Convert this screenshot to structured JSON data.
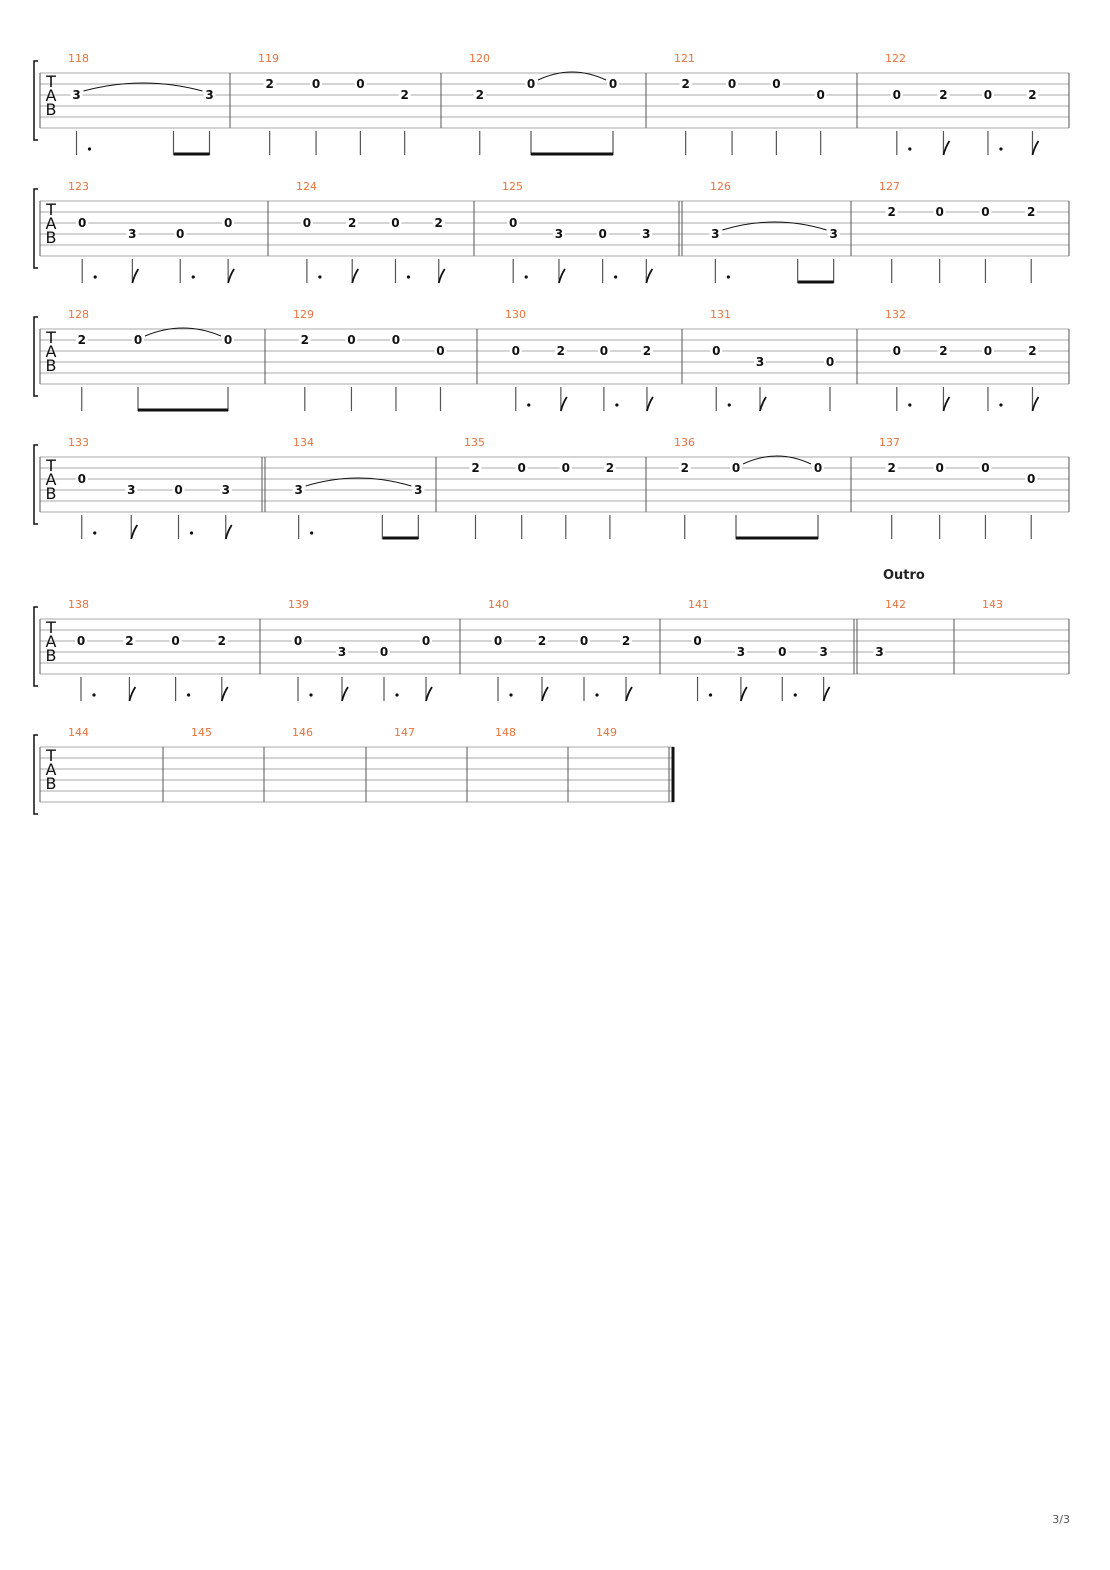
{
  "page": {
    "number_label": "3/3"
  },
  "colors": {
    "measure_number": "#e8733a",
    "ink": "#111111",
    "staff_line": "#aaaaaa",
    "barline": "#555555"
  },
  "staff": {
    "clef_letters": [
      "T",
      "A",
      "B"
    ]
  },
  "systems": [
    {
      "measures": [
        {
          "number": "118",
          "notes": [
            {
              "fret": "3",
              "string": 3,
              "dur": "dq",
              "tie": true
            },
            {
              "fret": "3",
              "string": 3,
              "dur": "e",
              "beam": "end"
            }
          ]
        },
        {
          "number": "119",
          "notes": [
            {
              "fret": "2",
              "string": 2,
              "dur": "q"
            },
            {
              "fret": "0",
              "string": 2,
              "dur": "q"
            },
            {
              "fret": "0",
              "string": 2,
              "dur": "q"
            },
            {
              "fret": "2",
              "string": 3,
              "dur": "q"
            }
          ]
        },
        {
          "number": "120",
          "notes": [
            {
              "fret": "2",
              "string": 3,
              "dur": "q"
            },
            {
              "fret": "0",
              "string": 2,
              "dur": "e",
              "tie": true,
              "beam": "start"
            },
            {
              "fret": "0",
              "string": 2,
              "dur": "e",
              "beam": "end"
            }
          ]
        },
        {
          "number": "121",
          "notes": [
            {
              "fret": "2",
              "string": 2,
              "dur": "q"
            },
            {
              "fret": "0",
              "string": 2,
              "dur": "q"
            },
            {
              "fret": "0",
              "string": 2,
              "dur": "q"
            },
            {
              "fret": "0",
              "string": 3,
              "dur": "q"
            }
          ]
        },
        {
          "number": "122",
          "notes": [
            {
              "fret": "0",
              "string": 3,
              "dur": "dq"
            },
            {
              "fret": "2",
              "string": 3,
              "dur": "e"
            },
            {
              "fret": "0",
              "string": 3,
              "dur": "dq"
            },
            {
              "fret": "2",
              "string": 3,
              "dur": "e"
            }
          ]
        }
      ]
    },
    {
      "measures": [
        {
          "number": "123",
          "notes": [
            {
              "fret": "0",
              "string": 3,
              "dur": "dq"
            },
            {
              "fret": "3",
              "string": 4,
              "dur": "e"
            },
            {
              "fret": "0",
              "string": 4,
              "dur": "dq"
            },
            {
              "fret": "0",
              "string": 3,
              "dur": "e"
            }
          ]
        },
        {
          "number": "124",
          "notes": [
            {
              "fret": "0",
              "string": 3,
              "dur": "dq"
            },
            {
              "fret": "2",
              "string": 3,
              "dur": "e"
            },
            {
              "fret": "0",
              "string": 3,
              "dur": "dq"
            },
            {
              "fret": "2",
              "string": 3,
              "dur": "e"
            }
          ]
        },
        {
          "number": "125",
          "end_bar": "double",
          "notes": [
            {
              "fret": "0",
              "string": 3,
              "dur": "dq"
            },
            {
              "fret": "3",
              "string": 4,
              "dur": "e"
            },
            {
              "fret": "0",
              "string": 4,
              "dur": "dq"
            },
            {
              "fret": "3",
              "string": 4,
              "dur": "e"
            }
          ]
        },
        {
          "number": "126",
          "notes": [
            {
              "fret": "3",
              "string": 4,
              "dur": "dq",
              "tie": true
            },
            {
              "fret": "3",
              "string": 4,
              "dur": "e",
              "beam": "end"
            }
          ]
        },
        {
          "number": "127",
          "notes": [
            {
              "fret": "2",
              "string": 2,
              "dur": "q"
            },
            {
              "fret": "0",
              "string": 2,
              "dur": "q"
            },
            {
              "fret": "0",
              "string": 2,
              "dur": "q"
            },
            {
              "fret": "2",
              "string": 2,
              "dur": "q"
            }
          ]
        }
      ]
    },
    {
      "measures": [
        {
          "number": "128",
          "notes": [
            {
              "fret": "2",
              "string": 2,
              "dur": "q"
            },
            {
              "fret": "0",
              "string": 2,
              "dur": "e",
              "tie": true,
              "beam": "start"
            },
            {
              "fret": "0",
              "string": 2,
              "dur": "e",
              "beam": "end"
            }
          ]
        },
        {
          "number": "129",
          "notes": [
            {
              "fret": "2",
              "string": 2,
              "dur": "q"
            },
            {
              "fret": "0",
              "string": 2,
              "dur": "q"
            },
            {
              "fret": "0",
              "string": 2,
              "dur": "q"
            },
            {
              "fret": "0",
              "string": 3,
              "dur": "q"
            }
          ]
        },
        {
          "number": "130",
          "notes": [
            {
              "fret": "0",
              "string": 3,
              "dur": "dq"
            },
            {
              "fret": "2",
              "string": 3,
              "dur": "e"
            },
            {
              "fret": "0",
              "string": 3,
              "dur": "dq"
            },
            {
              "fret": "2",
              "string": 3,
              "dur": "e"
            }
          ]
        },
        {
          "number": "131",
          "notes": [
            {
              "fret": "0",
              "string": 3,
              "dur": "dq"
            },
            {
              "fret": "3",
              "string": 4,
              "dur": "e"
            },
            {
              "fret": "0",
              "string": 4,
              "dur": "q"
            }
          ]
        },
        {
          "number": "132",
          "notes": [
            {
              "fret": "0",
              "string": 3,
              "dur": "dq"
            },
            {
              "fret": "2",
              "string": 3,
              "dur": "e"
            },
            {
              "fret": "0",
              "string": 3,
              "dur": "dq"
            },
            {
              "fret": "2",
              "string": 3,
              "dur": "e"
            }
          ]
        }
      ]
    },
    {
      "measures": [
        {
          "number": "133",
          "end_bar": "double",
          "notes": [
            {
              "fret": "0",
              "string": 3,
              "dur": "dq"
            },
            {
              "fret": "3",
              "string": 4,
              "dur": "e"
            },
            {
              "fret": "0",
              "string": 4,
              "dur": "dq"
            },
            {
              "fret": "3",
              "string": 4,
              "dur": "e"
            }
          ]
        },
        {
          "number": "134",
          "notes": [
            {
              "fret": "3",
              "string": 4,
              "dur": "dq",
              "tie": true
            },
            {
              "fret": "3",
              "string": 4,
              "dur": "e",
              "beam": "end"
            }
          ]
        },
        {
          "number": "135",
          "notes": [
            {
              "fret": "2",
              "string": 2,
              "dur": "q"
            },
            {
              "fret": "0",
              "string": 2,
              "dur": "q"
            },
            {
              "fret": "0",
              "string": 2,
              "dur": "q"
            },
            {
              "fret": "2",
              "string": 2,
              "dur": "q"
            }
          ]
        },
        {
          "number": "136",
          "notes": [
            {
              "fret": "2",
              "string": 2,
              "dur": "q"
            },
            {
              "fret": "0",
              "string": 2,
              "dur": "e",
              "tie": true,
              "beam": "start"
            },
            {
              "fret": "0",
              "string": 2,
              "dur": "e",
              "beam": "end"
            }
          ]
        },
        {
          "number": "137",
          "notes": [
            {
              "fret": "2",
              "string": 2,
              "dur": "q"
            },
            {
              "fret": "0",
              "string": 2,
              "dur": "q"
            },
            {
              "fret": "0",
              "string": 2,
              "dur": "q"
            },
            {
              "fret": "0",
              "string": 3,
              "dur": "q"
            }
          ]
        }
      ]
    },
    {
      "measures": [
        {
          "number": "138",
          "notes": [
            {
              "fret": "0",
              "string": 3,
              "dur": "dq"
            },
            {
              "fret": "2",
              "string": 3,
              "dur": "e"
            },
            {
              "fret": "0",
              "string": 3,
              "dur": "dq"
            },
            {
              "fret": "2",
              "string": 3,
              "dur": "e"
            }
          ]
        },
        {
          "number": "139",
          "notes": [
            {
              "fret": "0",
              "string": 3,
              "dur": "dq"
            },
            {
              "fret": "3",
              "string": 4,
              "dur": "e"
            },
            {
              "fret": "0",
              "string": 4,
              "dur": "dq"
            },
            {
              "fret": "0",
              "string": 3,
              "dur": "e"
            }
          ]
        },
        {
          "number": "140",
          "notes": [
            {
              "fret": "0",
              "string": 3,
              "dur": "dq"
            },
            {
              "fret": "2",
              "string": 3,
              "dur": "e"
            },
            {
              "fret": "0",
              "string": 3,
              "dur": "dq"
            },
            {
              "fret": "2",
              "string": 3,
              "dur": "e"
            }
          ]
        },
        {
          "number": "141",
          "end_bar": "double",
          "notes": [
            {
              "fret": "0",
              "string": 3,
              "dur": "dq"
            },
            {
              "fret": "3",
              "string": 4,
              "dur": "e"
            },
            {
              "fret": "0",
              "string": 4,
              "dur": "dq"
            },
            {
              "fret": "3",
              "string": 4,
              "dur": "e"
            }
          ]
        },
        {
          "number": "142",
          "section": "Outro",
          "notes": [
            {
              "fret": "3",
              "string": 4,
              "dur": "w"
            }
          ]
        },
        {
          "number": "143",
          "notes": []
        }
      ]
    },
    {
      "measures": [
        {
          "number": "144",
          "notes": []
        },
        {
          "number": "145",
          "notes": []
        },
        {
          "number": "146",
          "notes": []
        },
        {
          "number": "147",
          "notes": []
        },
        {
          "number": "148",
          "notes": []
        },
        {
          "number": "149",
          "end_bar": "final",
          "notes": []
        }
      ]
    }
  ]
}
